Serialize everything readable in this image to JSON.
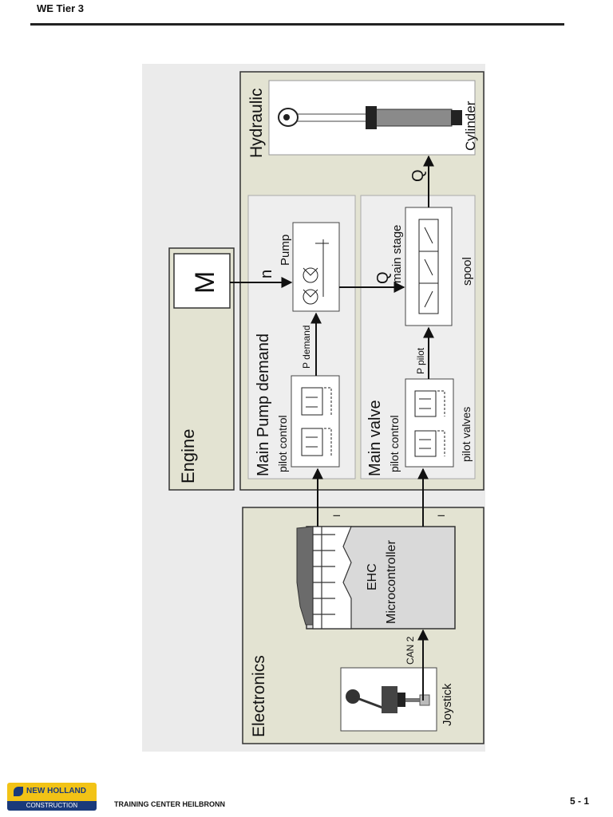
{
  "header": {
    "title": "WE Tier 3"
  },
  "footer": {
    "center_text": "TRAINING CENTER HEILBRONN",
    "page_number": "5 - 1"
  },
  "logo": {
    "brand": "NEW HOLLAND",
    "sub": "CONSTRUCTION"
  },
  "diagram": {
    "electronics": {
      "title": "Electronics",
      "ehc_line1": "EHC",
      "ehc_line2": "Microcontroller",
      "can_label": "CAN 2",
      "joystick_label": "Joystick",
      "i_mark_1": "I",
      "i_mark_2": "I"
    },
    "engine": {
      "title": "Engine",
      "motor": "M"
    },
    "pump_group": {
      "title": "Main Pump demand",
      "sub": "pilot control",
      "p_label": "P demand",
      "pump_label": "Pump",
      "n_label": "n"
    },
    "valve_group": {
      "title": "Main valve",
      "sub": "pilot control",
      "pilot_valves": "pilot valves",
      "p_label": "P pilot",
      "main_stage": "main stage",
      "spool": "spool",
      "q_label": "Q"
    },
    "hydraulic": {
      "title": "Hydraulic",
      "cylinder": "Cylinder",
      "q_label": "Q"
    }
  },
  "colors": {
    "panel_bg": "#e3e3d2",
    "inner_bg": "#eeeeee",
    "ehc_fill": "#d9d9d9",
    "brand_yellow": "#f2c316",
    "brand_blue": "#1a3a7a"
  }
}
